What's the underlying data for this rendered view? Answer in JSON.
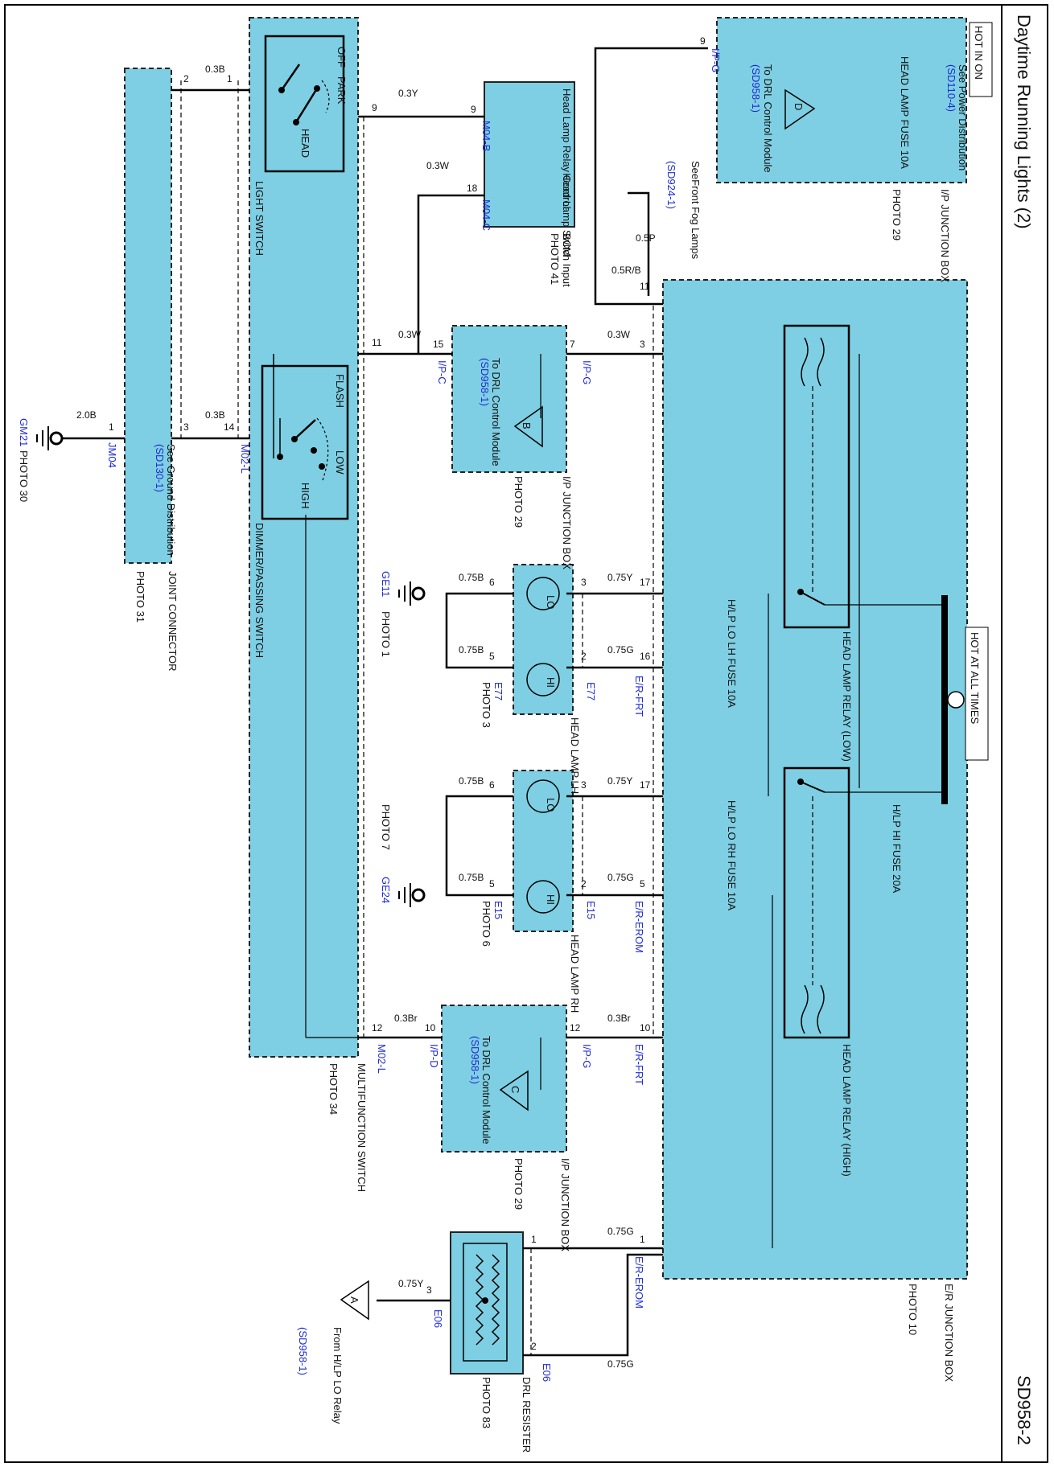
{
  "title": "Daytime Running Lights (2)",
  "page_id": "SD958-2",
  "colors": {
    "module_fill": "#7ecfe3",
    "wire": "#000000",
    "link_text": "#1f2bd6"
  },
  "hot_labels": {
    "hot_in_on": "HOT IN ON",
    "hot_at_all_times": "HOT AT ALL TIMES"
  },
  "ip_box_top": {
    "label": "I/P JUNCTION BOX",
    "photo": "PHOTO 29",
    "power_ref": "See Power Distribution",
    "power_ref_link": "(SD110-4)",
    "fuse": "HEAD LAMP FUSE 10A",
    "module": "To DRL Control Module",
    "module_link": "(SD958-1)",
    "tri": "D",
    "pin": "9",
    "conn": "I/P-G"
  },
  "front_fog": {
    "text": "SeeFront Fog Lamps",
    "link": "(SD924-1)"
  },
  "bcm": {
    "photo": "PHOTO 41",
    "label": "BCM",
    "row1": "Head Lamp Relay Control",
    "row2": "Head Lamp Switch Input",
    "pin1": "9",
    "conn1": "M04-B",
    "pin2": "18",
    "conn2": "M04-C"
  },
  "light_switch": {
    "label": "LIGHT SWITCH",
    "off": "OFF",
    "park": "PARK",
    "head": "HEAD"
  },
  "dimmer_switch": {
    "label": "DIMMER/PASSING SWITCH",
    "flash": "FLASH",
    "low": "LOW",
    "high": "HIGH"
  },
  "multifunction": {
    "label": "MULTIFUNCTION SWITCH",
    "photo": "PHOTO 34",
    "conn_a": "M02-L",
    "conn_b": "M02-L"
  },
  "joint_connector": {
    "label": "JOINT CONNECTOR",
    "photo": "PHOTO 31",
    "ground_ref": "See Ground Distribution",
    "ground_link": "(SD130-1)",
    "conn": "JM04"
  },
  "ground_gm21": {
    "name": "GM21",
    "photo": "PHOTO 30"
  },
  "ip_box_b": {
    "module": "To DRL Control Module",
    "link": "(SD958-1)",
    "tri": "B",
    "label": "I/P JUNCTION BOX",
    "photo": "PHOTO 29",
    "pin_in": "15",
    "conn_in": "I/P-C",
    "pin_out": "7",
    "conn_out": "I/P-G"
  },
  "ip_box_c": {
    "module": "To DRL Control Module",
    "link": "(SD958-1)",
    "tri": "C",
    "label": "I/P JUNCTION BOX",
    "photo": "PHOTO 29",
    "pin_in": "10",
    "conn_in": "I/P-D",
    "pin_out": "12",
    "conn_out": "I/P-G"
  },
  "er_box": {
    "label": "E/R JUNCTION BOX",
    "photo": "PHOTO 10",
    "relay_low": "HEAD LAMP RELAY (LOW)",
    "relay_high": "HEAD LAMP RELAY (HIGH)",
    "fuse_lo_lh": "H/LP LO LH FUSE 10A",
    "fuse_lo_rh": "H/LP LO RH FUSE 10A",
    "fuse_hi": "H/LP HI FUSE 20A",
    "conn_frt": "E/R-FRT",
    "conn_erom": "E/R-EROM"
  },
  "head_lamp_lh": {
    "label": "HEAD LAMP LH",
    "photo": "PHOTO 3",
    "conn": "E77",
    "lo": "LO",
    "hi": "HI"
  },
  "head_lamp_rh": {
    "label": "HEAD LAMP RH",
    "photo": "PHOTO 6",
    "conn": "E15",
    "lo": "LO",
    "hi": "HI"
  },
  "ground_ge11": {
    "name": "GE11",
    "photo": "PHOTO 1"
  },
  "ground_ge24": {
    "name": "GE24",
    "photo": "PHOTO 7"
  },
  "drl_resister": {
    "label": "DRL RESISTER",
    "photo": "PHOTO 83",
    "conn": "E06",
    "from": "From H/LP LO Relay",
    "from_link": "(SD958-1)",
    "tri": "A"
  },
  "wires": {
    "w_03b": "0.3B",
    "w_03y": "0.3Y",
    "w_03w": "0.3W",
    "w_20b": "2.0B",
    "w_05p": "0.5P",
    "w_05rb": "0.5R/B",
    "w_075y": "0.75Y",
    "w_075g": "0.75G",
    "w_075b": "0.75B",
    "w_03br": "0.3Br"
  },
  "pins": {
    "p1": "1",
    "p2": "2",
    "p3": "3",
    "p5": "5",
    "p6": "6",
    "p7": "7",
    "p9": "9",
    "p10": "10",
    "p11": "11",
    "p12": "12",
    "p14": "14",
    "p15": "15",
    "p16": "16",
    "p17": "17",
    "p18": "18"
  }
}
